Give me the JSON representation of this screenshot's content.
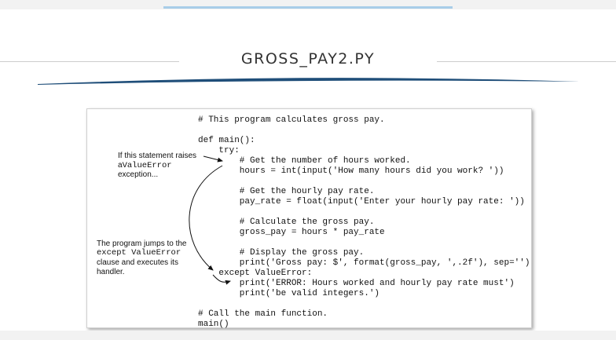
{
  "slide": {
    "title": "GROSS_PAY2.PY"
  },
  "code": [
    "# This program calculates gross pay.",
    "",
    "def main():",
    "    try:",
    "        # Get the number of hours worked.",
    "        hours = int(input('How many hours did you work? '))",
    "",
    "        # Get the hourly pay rate.",
    "        pay_rate = float(input('Enter your hourly pay rate: '))",
    "",
    "        # Calculate the gross pay.",
    "        gross_pay = hours * pay_rate",
    "",
    "        # Display the gross pay.",
    "        print('Gross pay: $', format(gross_pay, ',.2f'), sep='')",
    "    except ValueError:",
    "        print('ERROR: Hours worked and hourly pay rate must')",
    "        print('be valid integers.')",
    "",
    "# Call the main function.",
    "main()"
  ],
  "annotation1": {
    "line1": "If this statement raises",
    "line2_prefix": "a",
    "line2_code": "ValueError",
    "line3": "exception..."
  },
  "annotation2": {
    "line1": "The program jumps to the",
    "line2_code": "except ValueError",
    "line3": "clause and executes its",
    "line4": "handler."
  },
  "colors": {
    "swoosh": "#1f4e79",
    "top_accent": "#a8cde8"
  }
}
